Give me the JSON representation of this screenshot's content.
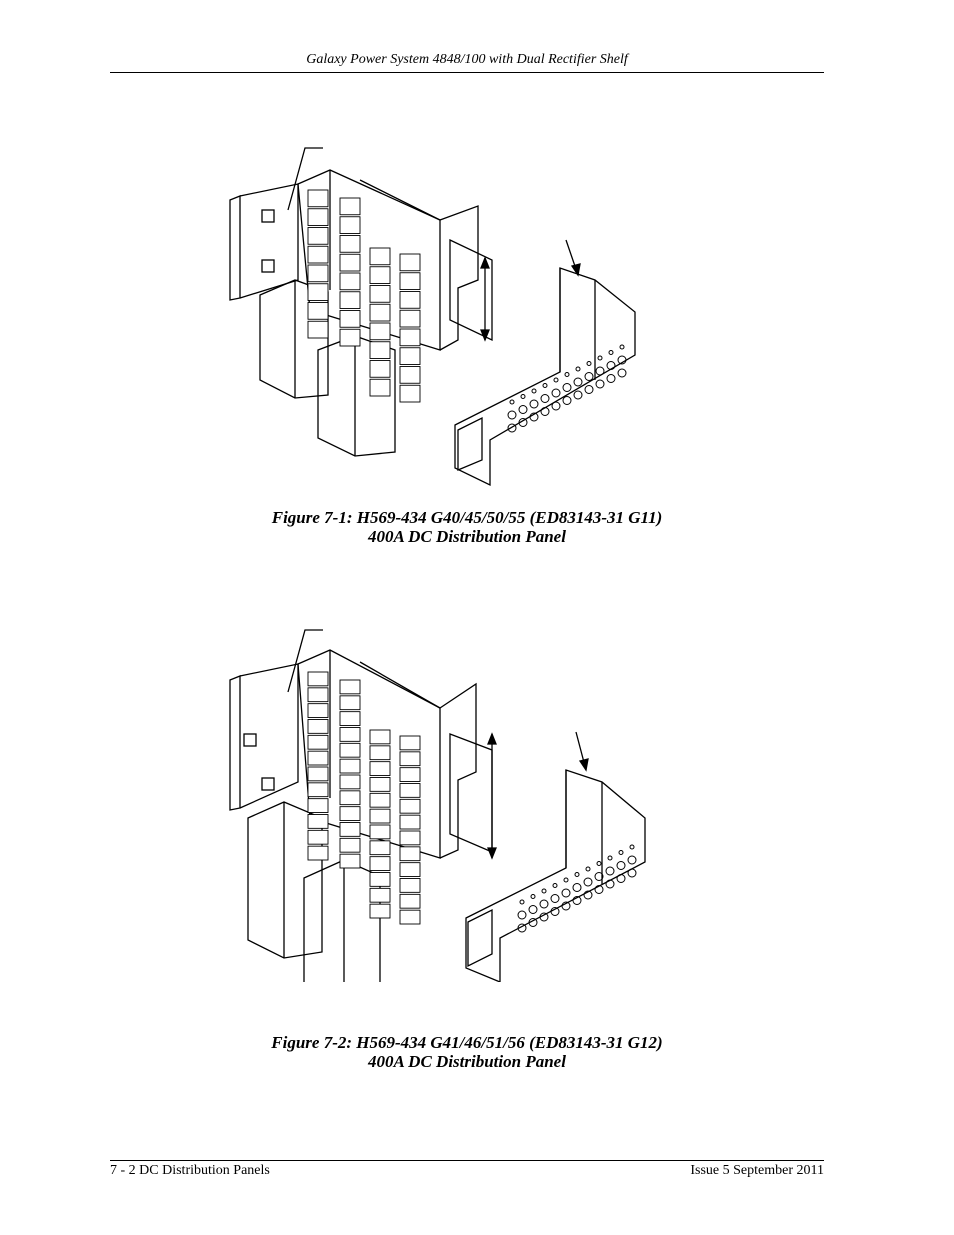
{
  "header": {
    "title": "Galaxy Power System 4848/100 with Dual Rectifier Shelf"
  },
  "figures": [
    {
      "caption_line1": "Figure 7-1: H569-434 G40/45/50/55 (ED83143-31 G11)",
      "caption_line2": "400A DC Distribution Panel",
      "breaker_rows": 8
    },
    {
      "caption_line1": "Figure 7-2: H569-434 G41/46/51/56 (ED83143-31 G12)",
      "caption_line2": "400A DC Distribution Panel",
      "breaker_rows": 12
    }
  ],
  "footer": {
    "left": "7 - 2  DC Distribution Panels",
    "right": "Issue 5 September 2011"
  }
}
